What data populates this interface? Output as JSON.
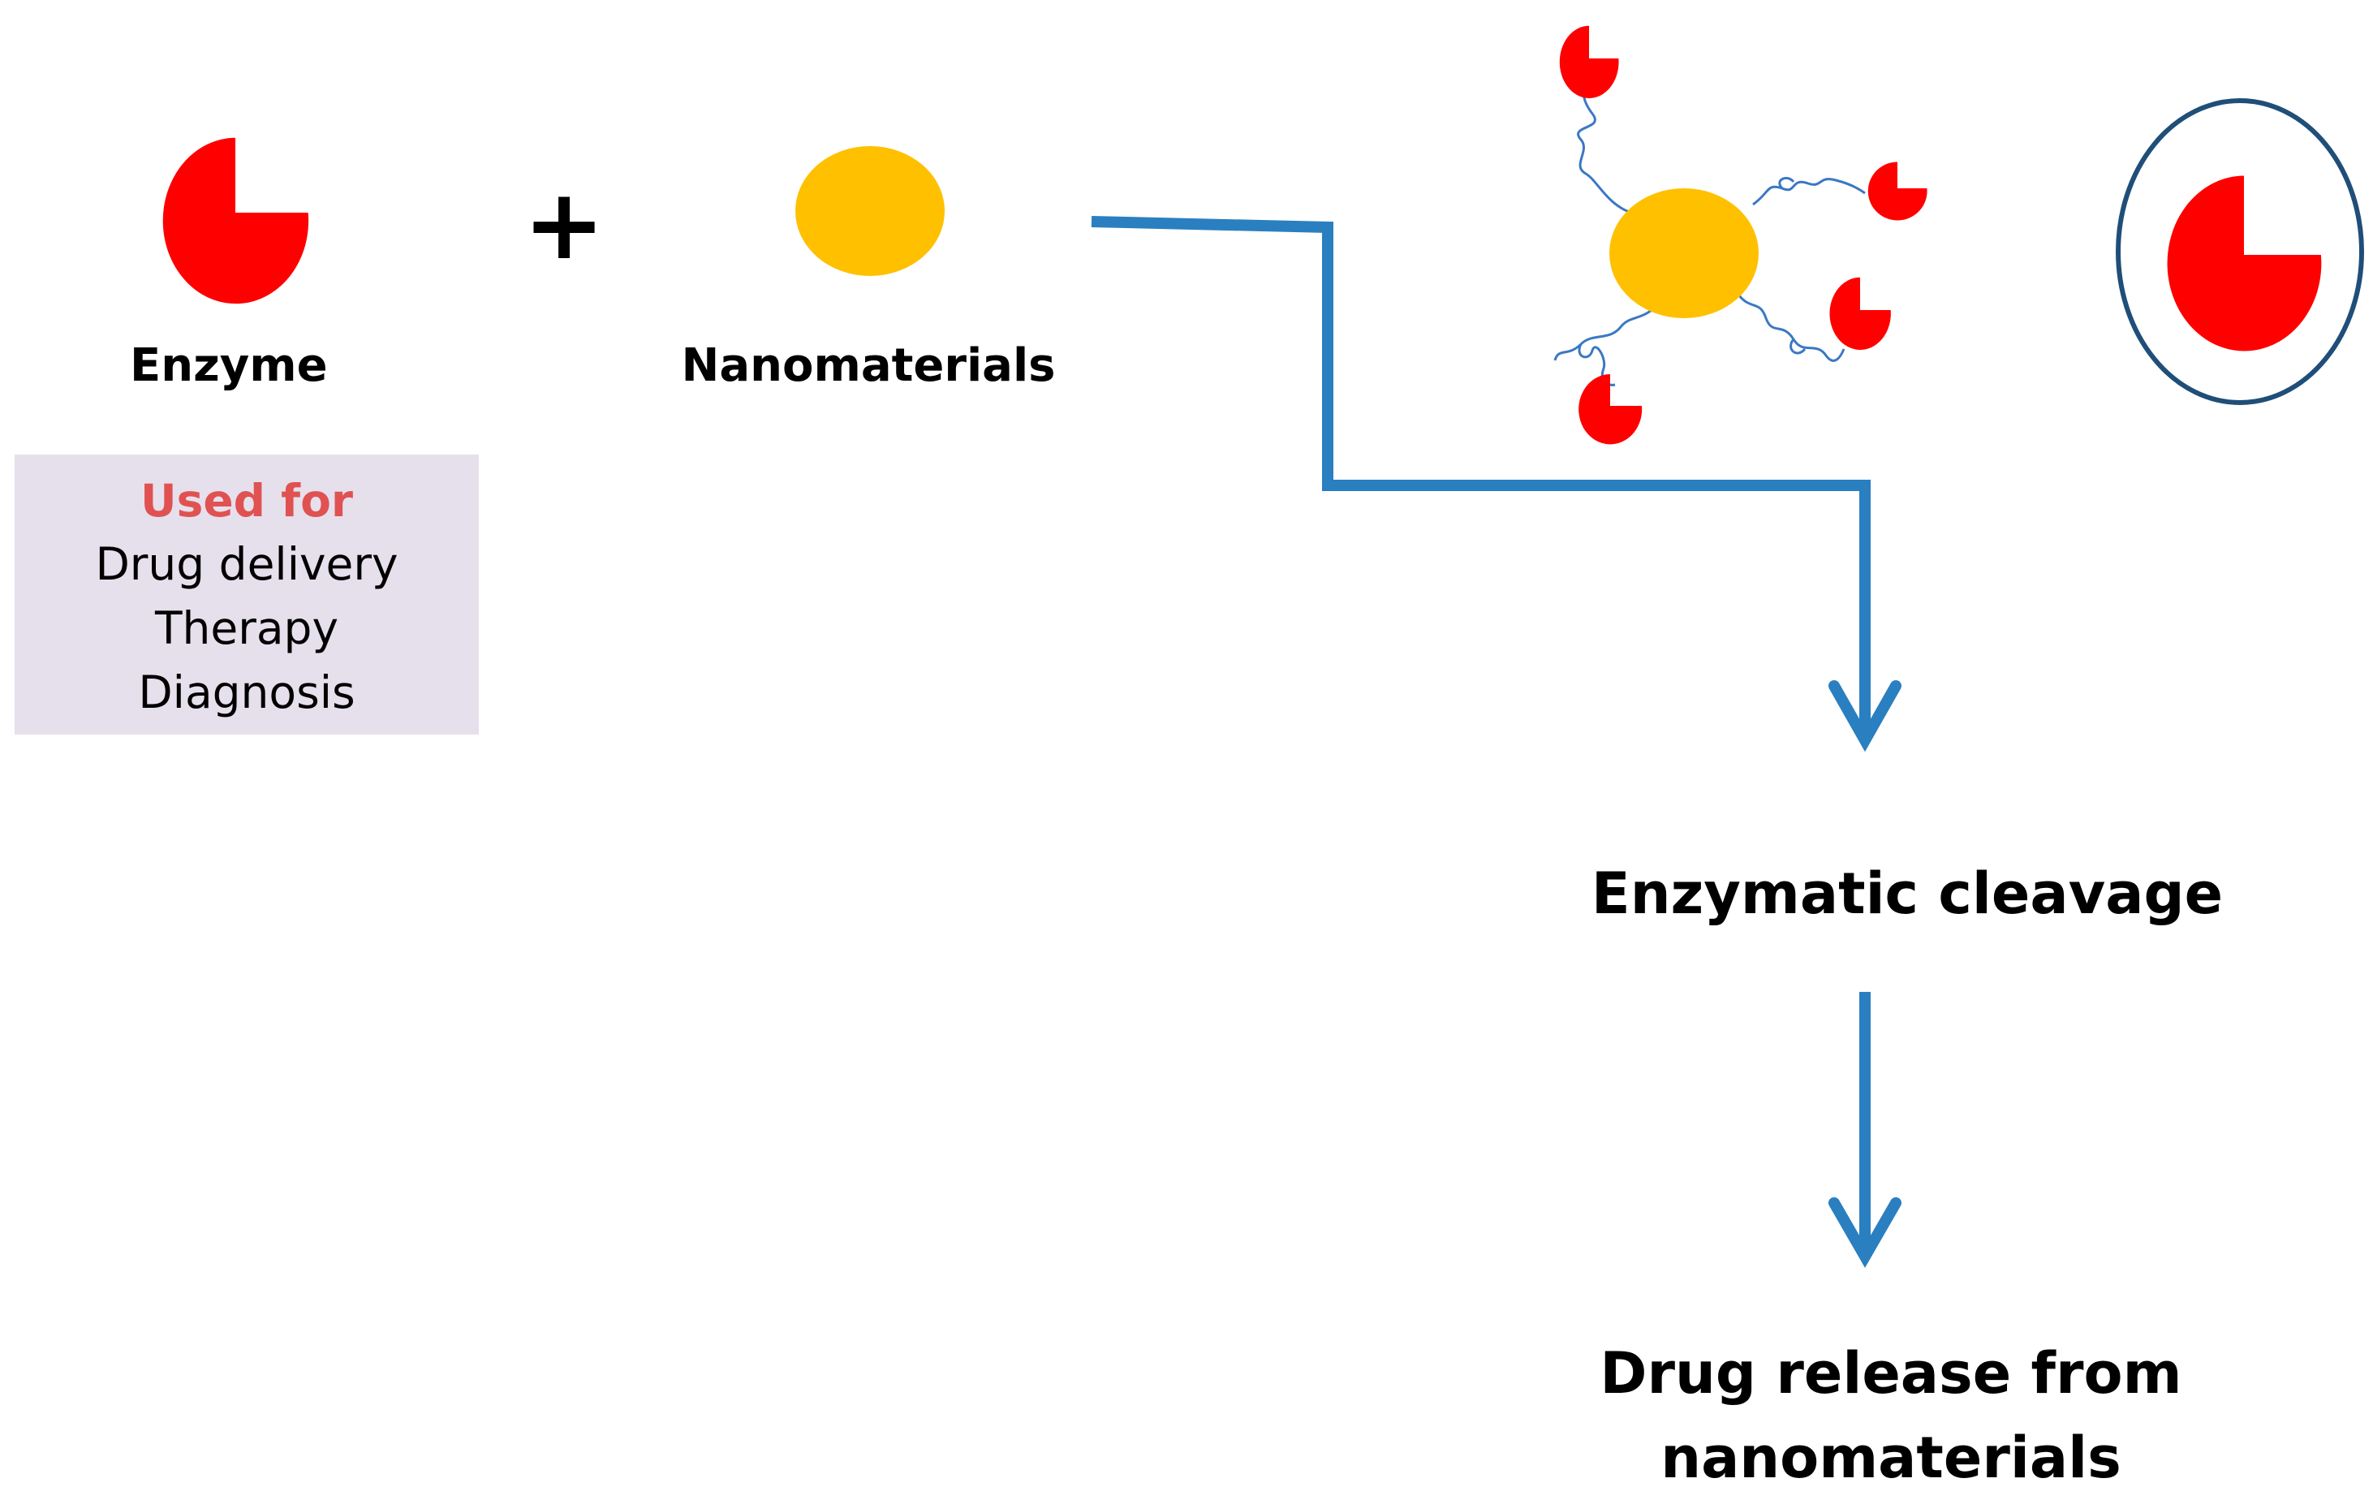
{
  "labels": {
    "enzyme": "Enzyme",
    "plus": "+",
    "nanomaterials": "Nanomaterials"
  },
  "uses_box": {
    "title": "Used for",
    "items": [
      "Drug delivery",
      "Therapy",
      "Diagnosis"
    ]
  },
  "steps": {
    "cleavage": "Enzymatic cleavage",
    "release": "Drug release from nanomaterials"
  },
  "colors": {
    "enzyme_red": "#ff0000",
    "nanomaterial_yellow": "#ffc000",
    "arrow_blue": "#2a7fc0",
    "cell_outline": "#1f4e79",
    "linker_blue": "#3b78c3",
    "box_background": "#e6e0ec",
    "used_for_text": "#e05252"
  },
  "icons": [
    "enzyme-icon",
    "nanoparticle-icon",
    "conjugate-icon",
    "encapsulated-enzyme-icon",
    "process-arrow"
  ]
}
